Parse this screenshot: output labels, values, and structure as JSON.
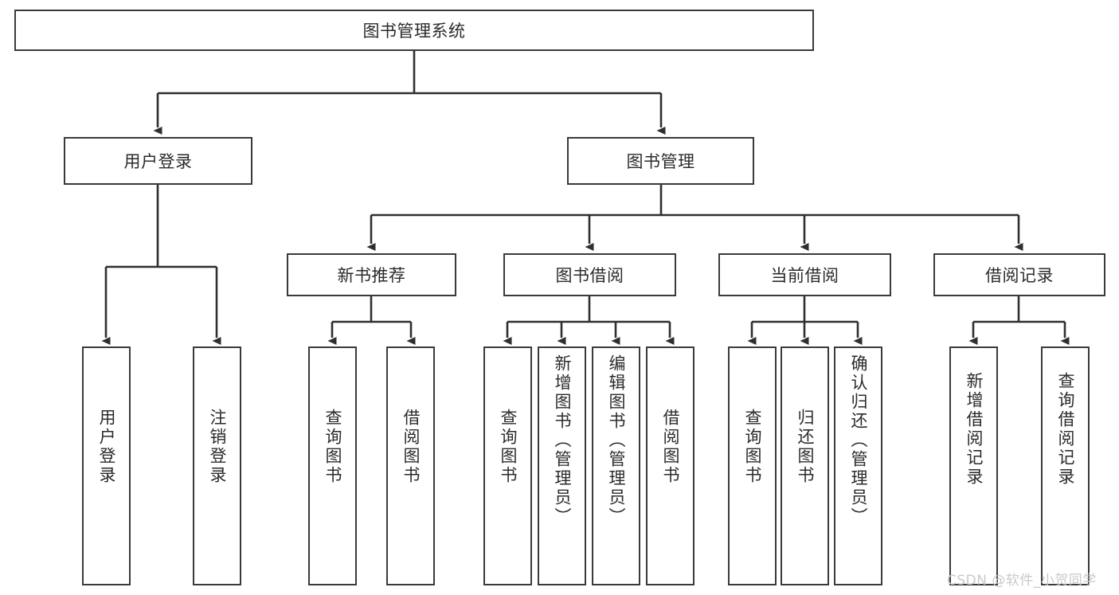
{
  "diagram": {
    "type": "hierarchy-tree",
    "title": "图书管理系统",
    "root": {
      "label": "图书管理系统"
    },
    "level2": [
      {
        "label": "用户登录"
      },
      {
        "label": "图书管理"
      }
    ],
    "level3": [
      {
        "label": "新书推荐"
      },
      {
        "label": "图书借阅"
      },
      {
        "label": "当前借阅"
      },
      {
        "label": "借阅记录"
      }
    ],
    "leaves": {
      "user_login": [
        {
          "label": "用户登录"
        },
        {
          "label": "注销登录"
        }
      ],
      "new_book_recommend": [
        {
          "label": "查询图书"
        },
        {
          "label": "借阅图书"
        }
      ],
      "book_borrow": [
        {
          "label": "查询图书"
        },
        {
          "label": "新增图书（管理员）"
        },
        {
          "label": "编辑图书（管理员）"
        },
        {
          "label": "借阅图书"
        }
      ],
      "current_borrow": [
        {
          "label": "查询图书"
        },
        {
          "label": "归还图书"
        },
        {
          "label": "确认归还（管理员）"
        }
      ],
      "borrow_record": [
        {
          "label": "新增借阅记录"
        },
        {
          "label": "查询借阅记录"
        }
      ]
    }
  },
  "watermark": {
    "text": "CSDN @软件_小贺同学"
  },
  "colors": {
    "stroke": "#3a3a3a",
    "background": "#ffffff",
    "text": "#2b2b2b",
    "watermark": "#c9c9c9"
  }
}
